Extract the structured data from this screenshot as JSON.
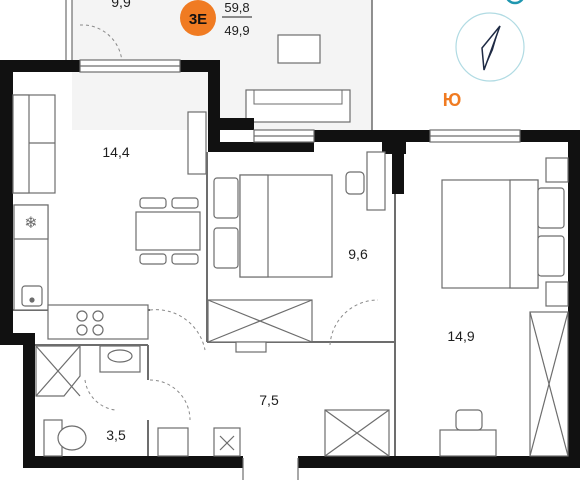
{
  "badge": {
    "code": "3E",
    "color": "#f07b22"
  },
  "areas": {
    "total": "59,8",
    "living": "49,9"
  },
  "rooms": {
    "balcony": "9,9",
    "kitchen": "14,4",
    "bedroom_small": "9,6",
    "bedroom_large": "14,9",
    "hall": "7,5",
    "bathroom": "3,5"
  },
  "compass": {
    "south_label": "Ю",
    "accent": "#f07b22",
    "ring": "#1f97b0"
  },
  "colors": {
    "wall": "#111111",
    "line": "#6d6d6d",
    "balcony_fill": "#f4f4f4"
  }
}
